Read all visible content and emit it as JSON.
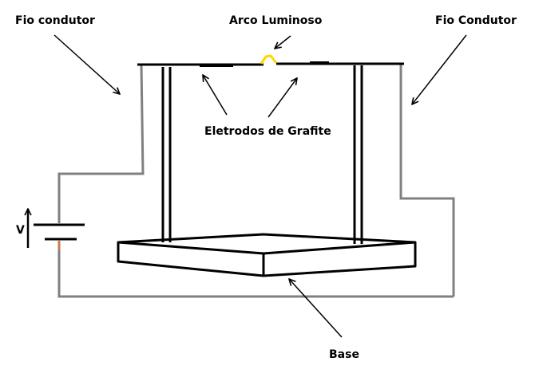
{
  "labels": {
    "fio_condutor_left": "Fio condutor",
    "arco_luminoso": "Arco Luminoso",
    "fio_condutor_right": "Fio Condutor",
    "eletrodos": "Eletrodos de Grafite",
    "voltage": "V",
    "base": "Base"
  },
  "colors": {
    "wire": "#808080",
    "ink": "#000000",
    "arc": "#ffd800",
    "battery_terminal": "#c87c4a"
  }
}
